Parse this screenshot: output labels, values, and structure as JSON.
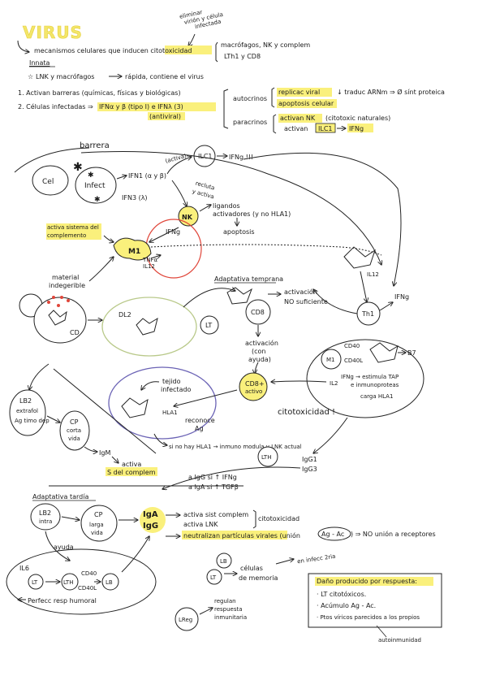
{
  "header": {
    "title": "VIRUS",
    "note_eliminar": [
      "eliminar",
      "virión y célula",
      "infectada"
    ],
    "line1": "mecanismos celulares que inducen citotoxicidad",
    "line1_hl": "citotoxicidad",
    "line1_right": [
      "macrófagos, NK y complem",
      "LTh1 y CD8"
    ],
    "innata": "Innata",
    "innata_line": "LNK y macrófagos",
    "innata_result": "rápida, contiene el virus",
    "item1": "1. Activan barreras (químicas, físicas y biológicas)",
    "item2_prefix": "2. Células infectadas ⇒",
    "item2_ifn": "IFNα y β (tipo I) e IFNλ (3)",
    "item2_antiviral": "(antiviral)",
    "autocrinos": "autocrinos",
    "paracrinos": "paracrinos",
    "auto1": "replicac viral",
    "auto1_rest": "↓ traduc ARNm ⇒ Ø sínt proteica",
    "auto2": "apoptosis celular",
    "para1": "activan NK",
    "para1_rest": "(citotoxic naturales)",
    "para2_prefix": "activan",
    "para2_box": "ILC1",
    "para2_result": "IFNg"
  },
  "diagram": {
    "barrera": "barrera",
    "cel": "Cel",
    "infect": "Infect",
    "ifn1": "IFN1 (α y β)",
    "ifn3": "IFN3 (λ)",
    "activa": "(activa)",
    "ilc1": "ILC1",
    "ifng_excl": "IFNg !!!",
    "recluta": [
      "recluta",
      "y activa"
    ],
    "nk": "NK",
    "ligandos": [
      "ligandos",
      "activadores (y no HLA1)"
    ],
    "apoptosis": "apoptosis",
    "complemento": [
      "activa sistema del",
      "complemento"
    ],
    "ifng": "IFNg",
    "m1": "M1",
    "tnf": [
      "TNFα",
      "IL12"
    ],
    "material": [
      "material",
      "indegerible"
    ],
    "cd_label": "CD",
    "dl2": "DL2",
    "lt": "LT",
    "adapt_temprana": "Adaptativa temprana",
    "cd8": "CD8",
    "activacion_ns": [
      "activación",
      "NO suficiente"
    ],
    "activacion_ayuda": [
      "activación",
      "(con",
      "ayuda)"
    ],
    "cd8_activo": [
      "CD8+",
      "activo"
    ],
    "citotox": "citotoxicidad !",
    "tejido": [
      "tejido",
      "infectado"
    ],
    "reconoce": [
      "reconoce",
      "Ag"
    ],
    "hla1": "HLA1",
    "si_no_hay": "si no hay HLA1 → inmuno modula y LNK actual",
    "lb2": [
      "LB2",
      "extrafol",
      "Ag timo dep"
    ],
    "cp_corta": [
      "CP",
      "corta",
      "vida"
    ],
    "igm": "IgM",
    "activa_s": [
      "activa",
      "S del complem"
    ],
    "th1": "Th1",
    "il12": "IL12",
    "ifng_r": "IFNg",
    "cd40": "CD40",
    "cd40l": "CD40L",
    "b7": "B7",
    "ifng_estimula": [
      "IFNg → estimula TAP",
      "e inmunoproteas",
      "carga HLA1"
    ],
    "il2": "IL2",
    "lth": "LTH",
    "igg1": "IgG1",
    "igg3": "IgG3",
    "a_igg": "a IgG si ↑ IFNg",
    "a_iga": "a IgA si ↑ TGFβ",
    "adapt_tardia": "Adaptativa tardía",
    "lb2_intra": [
      "LB2",
      "intra"
    ],
    "cp_larga": [
      "CP",
      "larga",
      "vida"
    ],
    "iga_igg": [
      "IgA",
      "IgG"
    ],
    "activa_sist": [
      "activa sist complem",
      "activa LNK"
    ],
    "citotox2": "citotoxicidad",
    "neutralizan": "neutralizan partículas virales (unión",
    "ag_ac": "Ag - Ac",
    "neutral_result": ") ⇒ NO unión a receptores",
    "ayuda": "ayuda",
    "il6": "IL6",
    "lth_sm": "LTH",
    "cd40_sm": "CD40",
    "cd40l_sm": "CD40L",
    "lb_sm": "LB",
    "lt_sm": "LT",
    "perfecc": "Perfecc resp humoral",
    "lb_mem": "LB",
    "lt_mem": "LT",
    "celulas_mem": [
      "células",
      "de memoria"
    ],
    "reinfecc": "en infecc 2ria",
    "lreg": "LReg",
    "regulan": [
      "regulan",
      "respuesta",
      "inmunitaria"
    ],
    "dano_title": "Daño producido por respuesta:",
    "dano_items": [
      "LT citotóxicos.",
      "Acúmulo Ag - Ac.",
      "Ptos víricos parecidos a los propios"
    ],
    "autoinmunidad": "autoinmunidad"
  },
  "colors": {
    "highlight": "#faf07c",
    "title": "#f3e66a",
    "green_circle": "#b9c98a",
    "purple_circle": "#6b63b5",
    "red_circle": "#e0463a",
    "star": "#e8734a",
    "dot_red": "#e0463a"
  }
}
